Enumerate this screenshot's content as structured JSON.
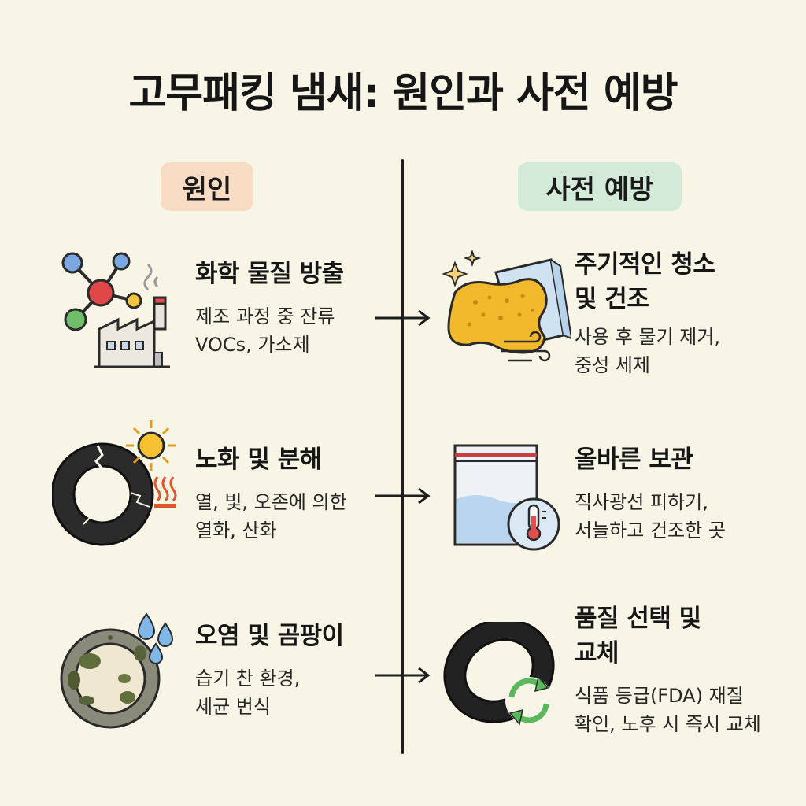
{
  "title": "고무패킹 냄새: 원인과 사전 예방",
  "columns": {
    "cause": "원인",
    "prevention": "사전 예방"
  },
  "causes": [
    {
      "heading": [
        "화학 물질 방출"
      ],
      "desc": [
        "제조 과정 중 잔류",
        "VOCs, 가소제"
      ],
      "icon": "molecule-factory-icon"
    },
    {
      "heading": [
        "노화 및 분해"
      ],
      "desc": [
        "열, 빛, 오존에 의한",
        "열화, 산화"
      ],
      "icon": "cracked-ring-sun-icon"
    },
    {
      "heading": [
        "오염 및 곰팡이"
      ],
      "desc": [
        "습기 찬 환경,",
        "세균 번식"
      ],
      "icon": "moldy-ring-droplets-icon"
    }
  ],
  "preventions": [
    {
      "heading": [
        "주기적인 청소",
        "및 건조"
      ],
      "desc": [
        "사용 후 물기 제거,",
        "중성 세제"
      ],
      "icon": "sponge-cloth-icon"
    },
    {
      "heading": [
        "올바른 보관"
      ],
      "desc": [
        "직사광선 피하기,",
        "서늘하고 건조한 곳"
      ],
      "icon": "storage-bag-thermometer-icon"
    },
    {
      "heading": [
        "품질 선택 및",
        "교체"
      ],
      "desc": [
        "식품 등급(FDA) 재질",
        "확인, 노후 시 즉시 교체"
      ],
      "icon": "ring-replace-icon"
    }
  ],
  "colors": {
    "background": "#f7f6e6",
    "cause_pill": "#f7dcc3",
    "prevention_pill": "#d3ead9",
    "divider": "#1f1f1f"
  }
}
